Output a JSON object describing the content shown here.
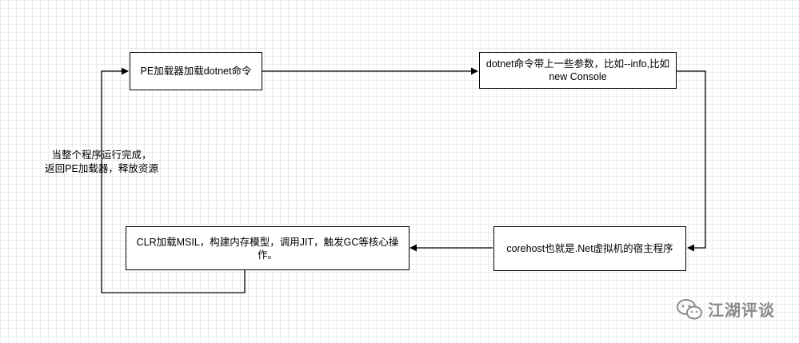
{
  "nodes": {
    "pe_loader": "PE加载器加载dotnet命令",
    "dotnet_params": "dotnet命令带上一些参数，比如--info,比如new Console",
    "corehost": "corehost也就是.Net虚拟机的宿主程序",
    "clr": "CLR加载MSIL，构建内存模型，调用JIT，触发GC等核心操作。"
  },
  "edge_label": "当整个程序运行完成，\n返回PE加载器，释放资源",
  "watermark": "江湖评谈",
  "colors": {
    "stroke": "#000000",
    "grid": "#ebebeb",
    "watermark": "#8a8a8a"
  }
}
